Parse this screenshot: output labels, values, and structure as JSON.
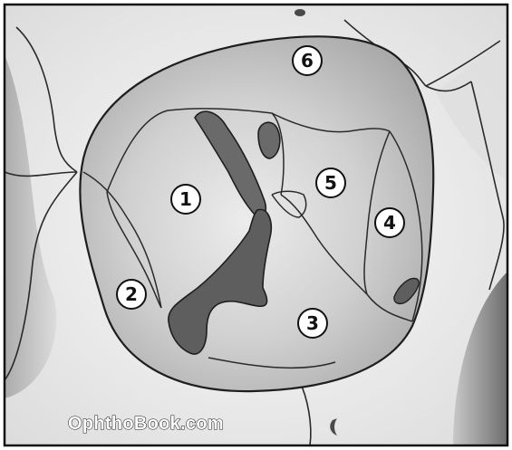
{
  "regions": [
    {
      "label": "1"
    },
    {
      "label": "2"
    },
    {
      "label": "3"
    },
    {
      "label": "4"
    },
    {
      "label": "5"
    },
    {
      "label": "6"
    }
  ],
  "watermark": "OphthoBook.com",
  "colors": {
    "background": "#ffffff",
    "bone_light": "#f2f2f2",
    "bone_mid": "#d6d6d6",
    "socket": "#bdbdbd",
    "fissure": "#6a6a6a",
    "outline": "#1e1e1e"
  }
}
